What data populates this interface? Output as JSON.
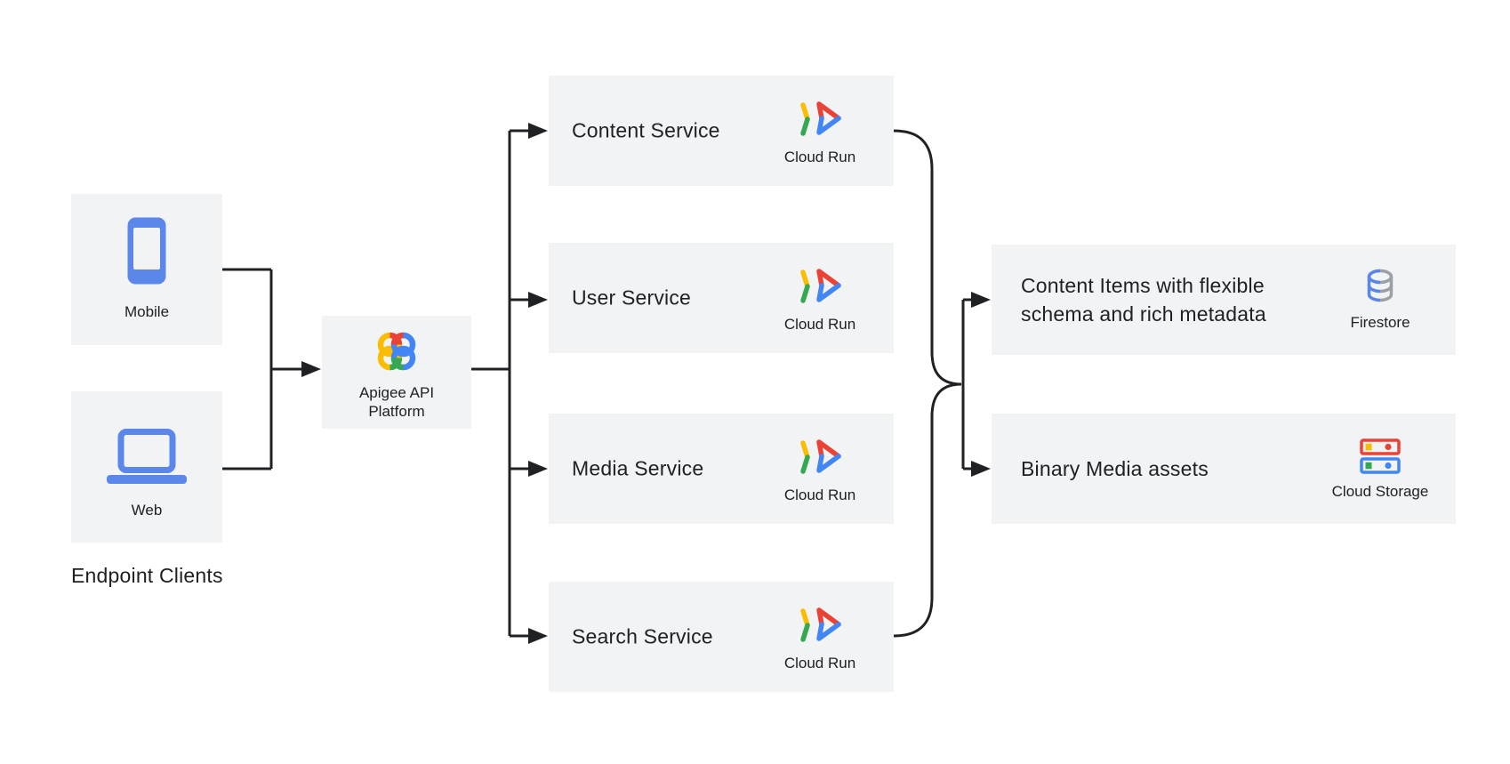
{
  "endpoint_clients": {
    "heading": "Endpoint Clients",
    "mobile": {
      "label": "Mobile",
      "icon": "smartphone-icon"
    },
    "web": {
      "label": "Web",
      "icon": "laptop-icon"
    }
  },
  "gateway": {
    "name_line1": "Apigee API",
    "name_line2": "Platform",
    "icon": "apigee-icon"
  },
  "services": [
    {
      "label": "Content Service",
      "product": "Cloud Run",
      "icon": "cloud-run-icon"
    },
    {
      "label": "User Service",
      "product": "Cloud Run",
      "icon": "cloud-run-icon"
    },
    {
      "label": "Media Service",
      "product": "Cloud Run",
      "icon": "cloud-run-icon"
    },
    {
      "label": "Search Service",
      "product": "Cloud Run",
      "icon": "cloud-run-icon"
    }
  ],
  "datastores": [
    {
      "line1": "Content Items with flexible",
      "line2": "schema and rich metadata",
      "product": "Firestore",
      "icon": "firestore-icon"
    },
    {
      "line1": "Binary Media assets",
      "line2": "",
      "product": "Cloud Storage",
      "icon": "cloud-storage-icon"
    }
  ],
  "colors": {
    "box_background": "#f1f3f4",
    "connector": "#202124",
    "text": "#202124",
    "device_blue": "#5b87ea",
    "google_blue": "#4285f4",
    "google_red": "#ea4335",
    "google_yellow": "#fbbc04",
    "google_green": "#34a853",
    "firestore_gray": "#9aa0a6"
  }
}
